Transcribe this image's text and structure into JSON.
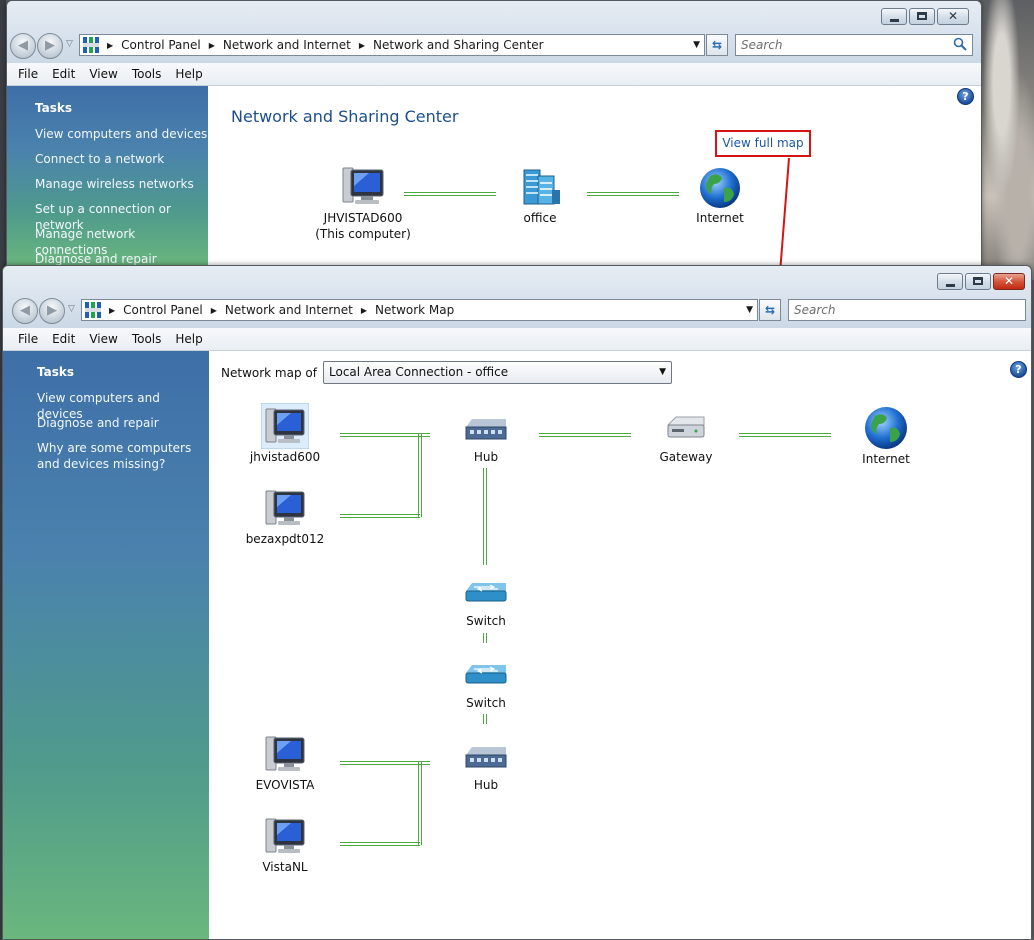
{
  "colors": {
    "link_blue": "#1c56a8",
    "heading_blue": "#1c4f8a",
    "connection_green": "#4bab3f",
    "callout_red": "#d51515"
  },
  "menu": [
    "File",
    "Edit",
    "View",
    "Tools",
    "Help"
  ],
  "back_window": {
    "breadcrumb": [
      "Control Panel",
      "Network and Internet",
      "Network and Sharing Center"
    ],
    "search_placeholder": "Search",
    "tasks_title": "Tasks",
    "tasks": [
      "View computers and devices",
      "Connect to a network",
      "Manage wireless networks",
      "Set up a connection or network",
      "Manage network connections",
      "Diagnose and repair"
    ],
    "heading": "Network and Sharing Center",
    "view_full_map": "View full map",
    "nodes": {
      "computer": {
        "name": "JHVISTAD600",
        "subtitle": "(This computer)",
        "icon": "computer-icon"
      },
      "network": {
        "name": "office",
        "icon": "network-building-icon"
      },
      "internet": {
        "name": "Internet",
        "icon": "globe-icon"
      }
    }
  },
  "front_window": {
    "breadcrumb": [
      "Control Panel",
      "Network and Internet",
      "Network Map"
    ],
    "search_placeholder": "Search",
    "tasks_title": "Tasks",
    "tasks": [
      "View computers and devices",
      "Diagnose and repair",
      "Why are some computers and devices missing?"
    ],
    "network_map_of_label": "Network map of",
    "network_map_selected": "Local Area Connection - office",
    "nodes": {
      "jhvistad600": "jhvistad600",
      "bezaxpdt012": "bezaxpdt012",
      "hub1": "Hub",
      "gateway": "Gateway",
      "internet": "Internet",
      "switch1": "Switch",
      "switch2": "Switch",
      "evovista": "EVOVISTA",
      "vistanl": "VistaNL",
      "hub2": "Hub"
    }
  }
}
